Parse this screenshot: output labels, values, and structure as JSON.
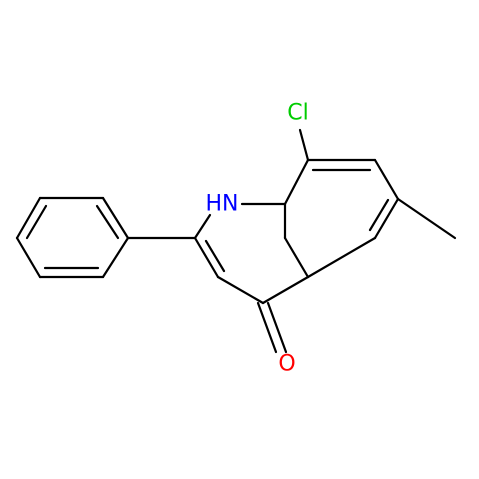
{
  "molecule": {
    "atoms": {
      "chlorine": {
        "text": "Cl",
        "color": "#00cc00"
      },
      "nitrogen": {
        "text": "HN",
        "color": "#0000ff"
      },
      "oxygen": {
        "text": "O",
        "color": "#ff0000"
      }
    },
    "bond_color": "#000000",
    "background": "#ffffff"
  }
}
